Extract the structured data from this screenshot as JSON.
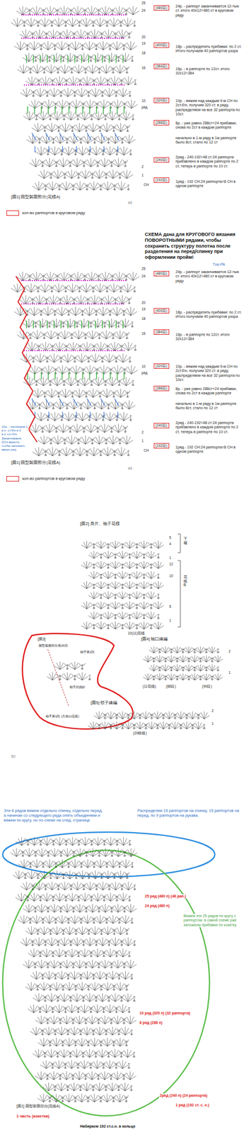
{
  "diagram": {
    "nodes": [
      {
        "text": [
          "(480目)"
        ]
      },
      {
        "text": [
          "(400目)"
        ]
      },
      {
        "text": [
          "(384目)"
        ]
      },
      {
        "text": [
          "(320目)"
        ]
      },
      {
        "text": [
          "(288目)"
        ]
      },
      {
        "text": [
          "(240目)"
        ]
      },
      {
        "text": [
          "(192目)"
        ]
      },
      {
        "text": [
          "(480目)"
        ]
      },
      {
        "text": [
          "(400目)"
        ]
      },
      {
        "text": [
          "(384目)"
        ]
      },
      {
        "text": [
          "(320目)"
        ]
      },
      {
        "text": [
          "(288目)"
        ]
      },
      {
        "text": [
          "(240目)"
        ]
      },
      {
        "text": [
          "(192目)"
        ]
      }
    ],
    "labels": [
      "25",
      "24",
      "24р. - раппорт заканчивается 12-тью ст. итого 40х12=480 ст в круговом ряду",
      "20",
      "19",
      "18р. - распределить прибавки: по 2 ст. Итого получаем 40 раппортов узора",
      "18",
      "16",
      "16р. - в раппорте по 12ст. итого 32х12=384",
      "10",
      "ряд",
      "10р. - вяжем над каждым 9-м СН по 2ст.б/н, получим 320 ст. в ряду, распределяем на все 32 раппорта по 10ст.",
      "8р. - уже равно 288ст+24 прибавки, снова по 2ст в каждом раппорте",
      "начально в 1-м ряду в 1м раппорте было 8ст, стало по 12 ст",
      "2ряд - 240-192=48 ст:24 раппорта прибавлено в каждом раппорте по 2 ст, теперь в раппорте по 10 ст.",
      "2",
      "1",
      "СН",
      "1ряд - 192 СН:24 раппорта=8 СН в одном раппорте",
      "[圖1] 圓型製圖部分(花樣A)",
      "49",
      "25",
      "24",
      "24р. - раппорт заканчивается 12-тью ст. итого 40х12=480 ст в круговом ряду",
      "20",
      "19",
      "18р. - распределить прибавки: по 2 ст. Итого получаем 40 раппортов узора",
      "18",
      "16",
      "16р. - в раппорте по 12ст. итого 32х12=384",
      "10",
      "ряд",
      "10р. - вяжем над каждым 9-м СН по 2ст.б/н, получим 320 ст. в ряду, распределяем на все 32 раппорта по 10ст.",
      "8р. - уже равно 288ст+24 прибавки, снова по 2ст в каждом раппорте",
      "начально в 1-м ряду в 1м раппорте было 8ст, стало по 12 ст",
      "2ряд - 240-192=48 ст:24 раппорта прибавлено в каждом раппорте по 2 ст, теперь в раппорте по 10 ст.",
      "2",
      "1",
      "СН",
      "1ряд - 192 СН:24 раппорта=8 СН в одном раппорте",
      "[圖1] 圓型製圖部分(花樣A)",
      "49",
      "СХЕМА дана для КРУГОВОГО вязания ПОВОРОТНЫМИ рядами, чтобы сохранить структуру полотна после разделения на перед/спинку при оформлении пройм!",
      "Tое-РА",
      "10р. - начинаем 1 в.п. ст.б/н в 2 в.п.+ст.б/н. Заканчиваем 2СН вместе, чтобы начинать вверх ряд",
      "[圖2] 身片、袖子花樣",
      "5",
      "4",
      "下襬",
      "1",
      "12",
      "10",
      "花樣B",
      "5",
      "1",
      "10(11)花樣",
      "[圖3]",
      "圓型製圖部分第25段",
      "袖子第1段",
      "袖子的挑針",
      "袖子第1段 (共挑11花樣)",
      "[圖4] 袖口緣編",
      "2",
      "1",
      "(11花樣)",
      "(88目)",
      "(99目)",
      "[圖5] 領子緣編",
      "2",
      "1",
      "(20模樣)",
      "50",
      "Эти 6 рядов вяжем отдельно спинку, отдельно перед, а начиная со следующего ряда опять объединяем и вяжем по кругу, но по схеме на след. странице",
      "Распределим 15 раппортов на спинку, 15 раппортов на перед, по 9 раппортов на рукава.",
      "25 ряд (480 п) (48 рап.)",
      "24 ряд (480 п)",
      "Вяжем эти 25 рядов по кругу с раппортом, в самой схеме уже заложены прибавки по кокетку",
      "10 ряд (320 п) (32 раппорта)",
      "8 ряд (288 п)",
      "2ряд (240 п) (24 раппорта)",
      "1 ряд (192 ст. с. н.)",
      "[圖1] 圓型製圖部分(花樣A)",
      "1 часть (кокетка)",
      "Набираем 192 ст.с.н. в кольцо"
    ],
    "legend": [
      {
        "text": "кол-во раппортов в круговом ряду"
      },
      {
        "text": "кол-во раппортов в круговом ряду"
      }
    ]
  }
}
